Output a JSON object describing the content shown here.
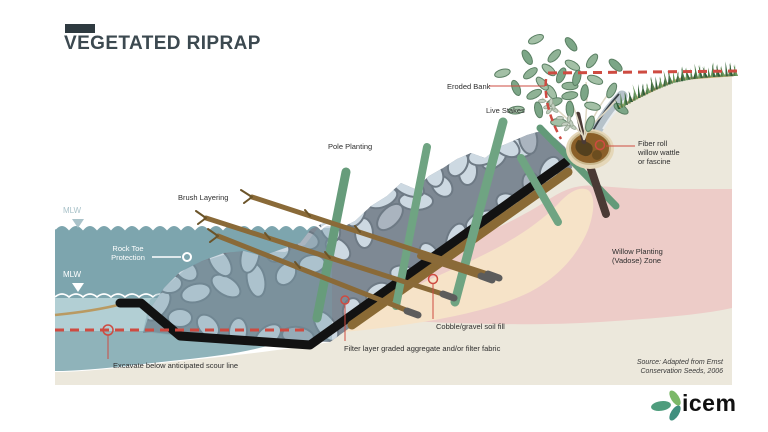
{
  "title": {
    "text": "VEGETATED RIPRAP"
  },
  "labels": {
    "eroded_bank": "Eroded Bank",
    "live_stakes": "Live Stakes",
    "pole_planting": "Pole Planting",
    "brush_layering": "Brush Layering",
    "rock_toe_protection": "Rock Toe\nProtection",
    "mlw_upper": "MLW",
    "mlw_lower": "MLW",
    "fiber_roll": "Fiber roll\nwillow wattle\nor fascine",
    "willow_planting": "Willow Planting\n(Vadose) Zone",
    "cobble_gravel": "Cobble/gravel soil fill",
    "filter_layer": "Filter layer graded aggregate and/or filter fabric",
    "excavate": "Excavate below anticipated scour line"
  },
  "source": {
    "text": "Source: Adapted from Ernst\nConservation Seeds, 2006"
  },
  "logo": {
    "text": "icem"
  },
  "colors": {
    "background_panel": "#ECE8DC",
    "vadose_pink": "#EDCCC8",
    "soil_fill_peach": "#F6E3C8",
    "water_upper": "#7DA5AE",
    "water_lower": "#B2CFD4",
    "scour_zone": "#8FB3BA",
    "rock_light": "#CDD9E2",
    "rock_gap": "#7E8994",
    "filter_black": "#121212",
    "gravel_brown": "#8A6A35",
    "stake_green": "#6FA482",
    "accent_red": "#CE4B41",
    "title_slate": "#3C4950"
  }
}
